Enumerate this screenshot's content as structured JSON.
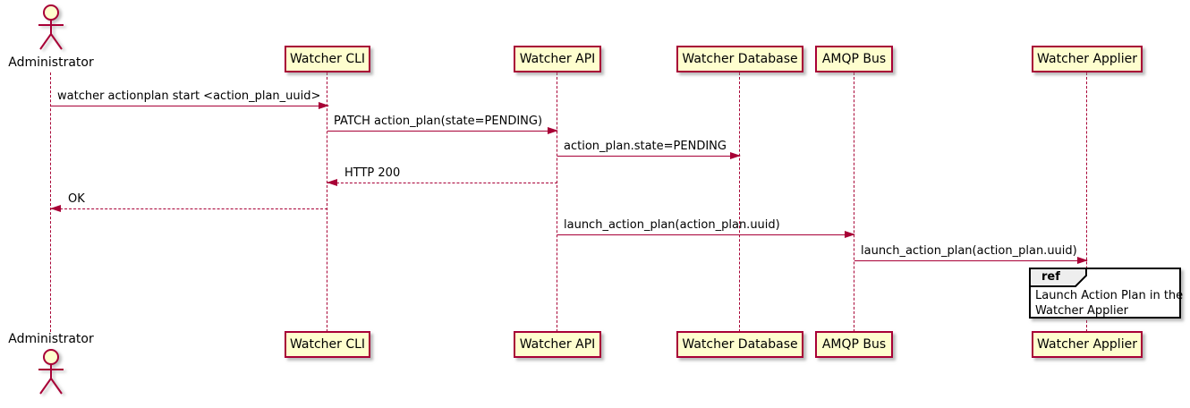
{
  "diagram": {
    "kind": "uml-sequence-diagram",
    "style": "plantuml"
  },
  "colors": {
    "background": "#FFFFFF",
    "text": "#000000",
    "participant_fill": "#FEFECE",
    "participant_border": "#A80036",
    "arrow": "#A80036",
    "lifeline": "#A80036",
    "ref_border": "#000000",
    "ref_header_fill": "#EEEEEE"
  },
  "actor": {
    "label": "Administrator"
  },
  "participants": [
    {
      "label": "Watcher CLI"
    },
    {
      "label": "Watcher API"
    },
    {
      "label": "Watcher Database"
    },
    {
      "label": "AMQP Bus"
    },
    {
      "label": "Watcher Applier"
    }
  ],
  "messages": [
    {
      "label": "watcher actionplan start <action_plan_uuid>",
      "from": "Administrator",
      "to": "Watcher CLI",
      "line": "solid"
    },
    {
      "label": "PATCH action_plan(state=PENDING)",
      "from": "Watcher CLI",
      "to": "Watcher API",
      "line": "solid"
    },
    {
      "label": "action_plan.state=PENDING",
      "from": "Watcher API",
      "to": "Watcher Database",
      "line": "solid"
    },
    {
      "label": "HTTP 200",
      "from": "Watcher API",
      "to": "Watcher CLI",
      "line": "dashed"
    },
    {
      "label": "OK",
      "from": "Watcher CLI",
      "to": "Administrator",
      "line": "dashed"
    },
    {
      "label": "launch_action_plan(action_plan.uuid)",
      "from": "Watcher API",
      "to": "AMQP Bus",
      "line": "solid"
    },
    {
      "label": "launch_action_plan(action_plan.uuid)",
      "from": "AMQP Bus",
      "to": "Watcher Applier",
      "line": "solid"
    }
  ],
  "ref_fragment": {
    "keyword": "ref",
    "line1": "Launch Action Plan in the",
    "line2": "Watcher Applier"
  }
}
